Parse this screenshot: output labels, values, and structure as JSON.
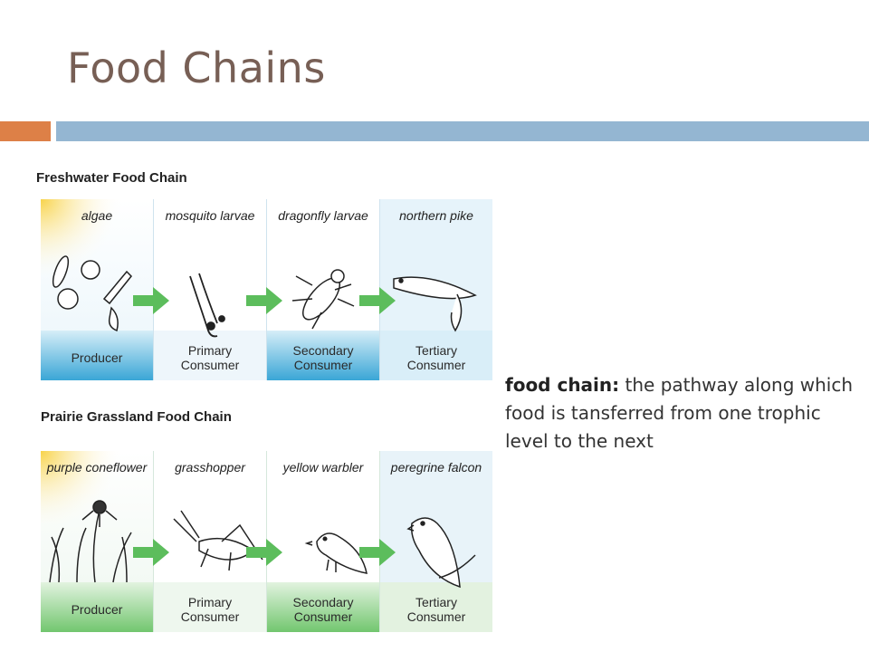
{
  "slide": {
    "title": "Food Chains",
    "definition_term": "food chain:",
    "definition_text": " the pathway along which food is tansferred from one trophic level to the next"
  },
  "freshwater": {
    "label": "Freshwater Food Chain",
    "levels": [
      {
        "organism": "algae",
        "role_line1": "Producer",
        "role_line2": ""
      },
      {
        "organism": "mosquito larvae",
        "role_line1": "Primary",
        "role_line2": "Consumer"
      },
      {
        "organism": "dragonfly larvae",
        "role_line1": "Secondary",
        "role_line2": "Consumer"
      },
      {
        "organism": "northern pike",
        "role_line1": "Tertiary",
        "role_line2": "Consumer"
      }
    ]
  },
  "grassland": {
    "label": "Prairie Grassland Food Chain",
    "levels": [
      {
        "organism": "purple coneflower",
        "role_line1": "Producer",
        "role_line2": ""
      },
      {
        "organism": "grasshopper",
        "role_line1": "Primary",
        "role_line2": "Consumer"
      },
      {
        "organism": "yellow warbler",
        "role_line1": "Secondary",
        "role_line2": "Consumer"
      },
      {
        "organism": "peregrine falcon",
        "role_line1": "Tertiary",
        "role_line2": "Consumer"
      }
    ]
  },
  "colors": {
    "title": "#775f55",
    "accent_orange": "#dd8047",
    "accent_blue": "#94b6d2",
    "arrow_green": "#5cbd5c",
    "water_band": "#3aa6d6",
    "grass_band": "#72c66f"
  }
}
